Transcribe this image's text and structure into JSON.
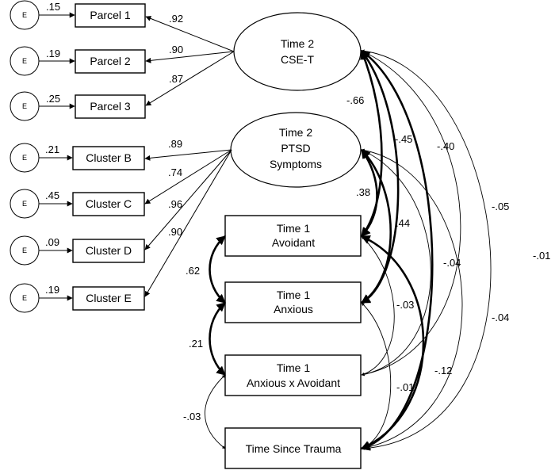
{
  "errors": [
    {
      "id": "p1",
      "label": "E",
      "value": ".15"
    },
    {
      "id": "p2",
      "label": "E",
      "value": ".19"
    },
    {
      "id": "p3",
      "label": "E",
      "value": ".25"
    },
    {
      "id": "cb",
      "label": "E",
      "value": ".21"
    },
    {
      "id": "cc",
      "label": "E",
      "value": ".45"
    },
    {
      "id": "cd",
      "label": "E",
      "value": ".09"
    },
    {
      "id": "ce",
      "label": "E",
      "value": ".19"
    }
  ],
  "indicators": {
    "parcel1": "Parcel 1",
    "parcel2": "Parcel 2",
    "parcel3": "Parcel 3",
    "clusterB": "Cluster B",
    "clusterC": "Cluster C",
    "clusterD": "Cluster D",
    "clusterE": "Cluster E"
  },
  "latents": {
    "cse": [
      "Time 2",
      "CSE-T"
    ],
    "ptsd": [
      "Time 2",
      "PTSD",
      "Symptoms"
    ]
  },
  "observed": {
    "avoidant": [
      "Time 1",
      "Avoidant"
    ],
    "anxious": [
      "Time 1",
      "Anxious"
    ],
    "interaction": [
      "Time 1",
      "Anxious x Avoidant"
    ],
    "time_since": "Time Since Trauma"
  },
  "loadings": {
    "parcel1": ".92",
    "parcel2": ".90",
    "parcel3": ".87",
    "clusterB": ".89",
    "clusterC": ".74",
    "clusterD": ".96",
    "clusterE": ".90"
  },
  "paths": {
    "cse_avoidant": "-.66",
    "cse_anxious": "-.45",
    "cse_interaction": "-.05",
    "cse_time": "-.40",
    "cse_time2": "-.01",
    "ptsd_avoidant": ".38",
    "ptsd_anxious": ".44",
    "ptsd_interaction": "-.04",
    "ptsd_time": "-.04",
    "avoidant_anxious": ".62",
    "anxious_interaction": ".21",
    "interaction_time": "-.03",
    "avoidant_interaction": "-.03",
    "avoidant_time": "-.12",
    "anxious_time": "-.01"
  }
}
